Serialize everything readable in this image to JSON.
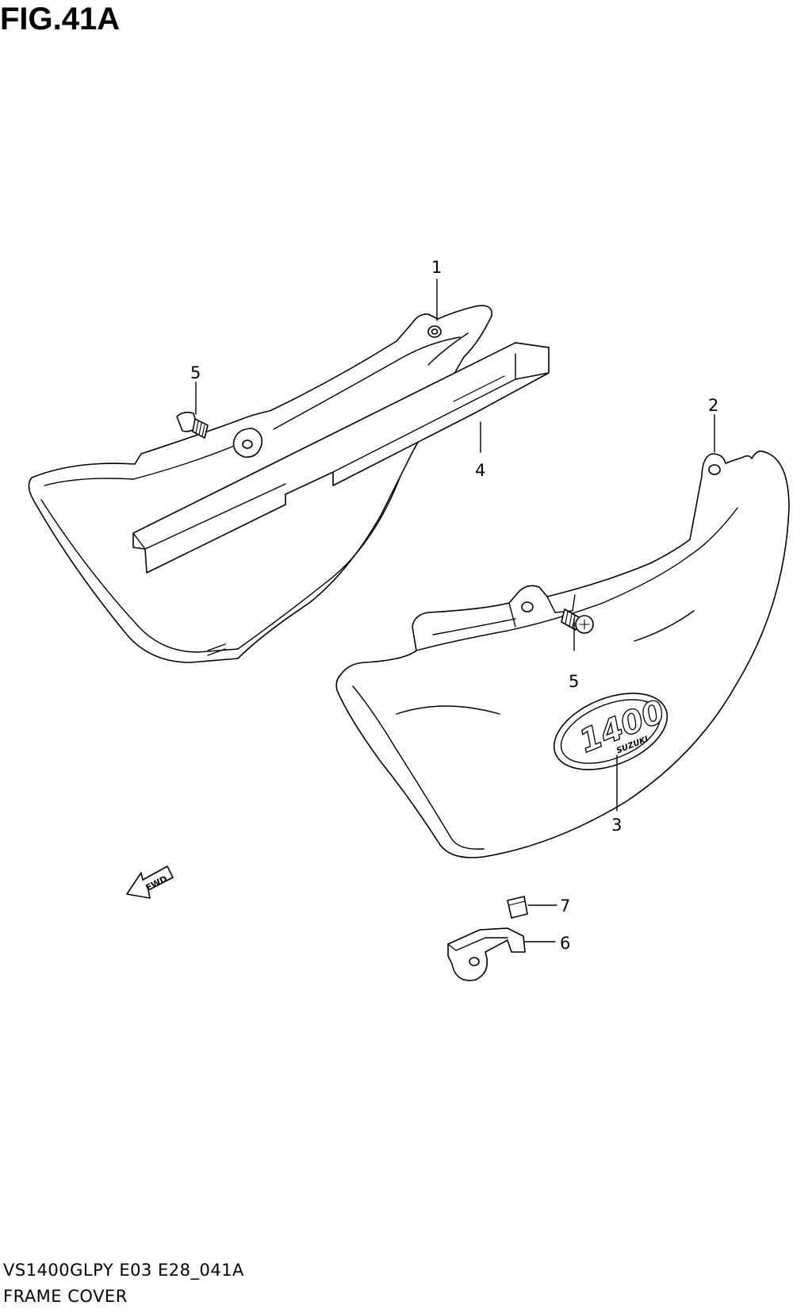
{
  "figure": {
    "title": "FIG.41A",
    "code": "VS1400GLPY E03 E28_041A",
    "name": "FRAME COVER"
  },
  "callouts": [
    {
      "id": "c1",
      "label": "1"
    },
    {
      "id": "c2",
      "label": "2"
    },
    {
      "id": "c3",
      "label": "3"
    },
    {
      "id": "c4",
      "label": "4"
    },
    {
      "id": "c5a",
      "label": "5"
    },
    {
      "id": "c5b",
      "label": "5"
    },
    {
      "id": "c6",
      "label": "6"
    },
    {
      "id": "c7",
      "label": "7"
    }
  ],
  "fwd_label": "FWD",
  "emblem": {
    "number": "1400",
    "brand": "SUZUKI"
  }
}
